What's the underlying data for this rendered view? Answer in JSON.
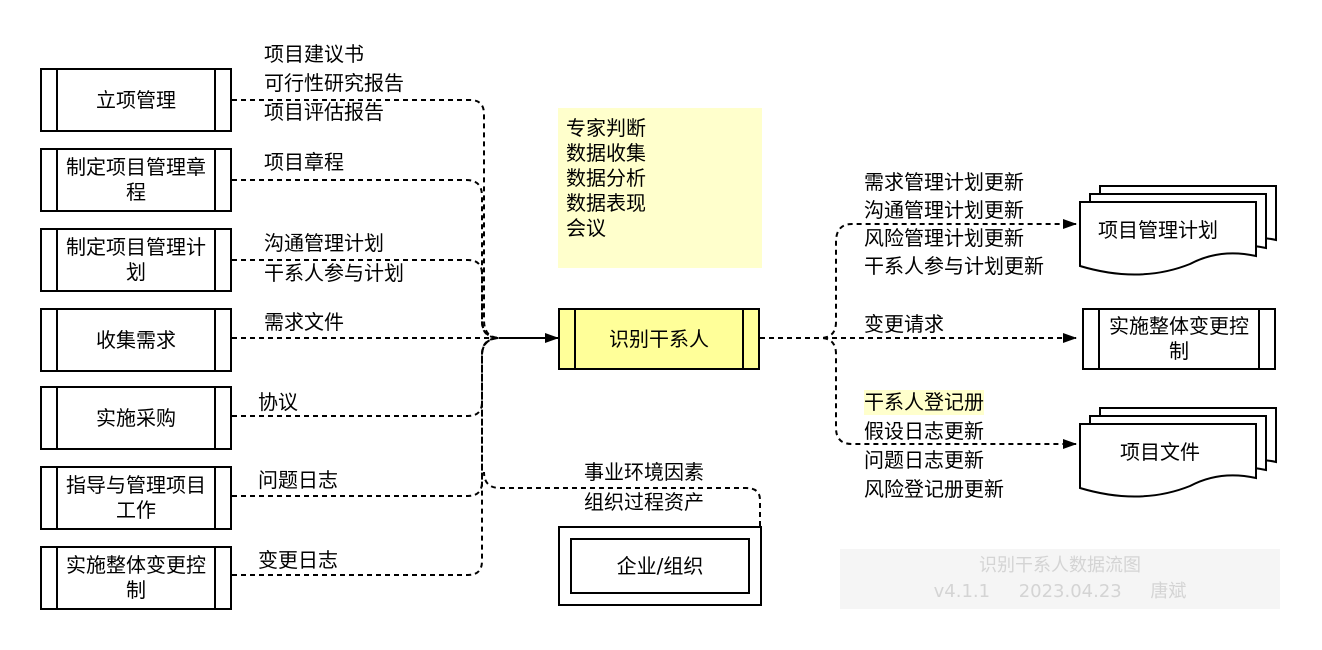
{
  "inputs": [
    {
      "process": "立项管理",
      "items": [
        "项目建议书",
        "可行性研究报告",
        "项目评估报告"
      ]
    },
    {
      "process": "制定项目管理章程",
      "items": [
        "项目章程"
      ]
    },
    {
      "process": "制定项目管理计划",
      "items": [
        "沟通管理计划",
        "干系人参与计划"
      ]
    },
    {
      "process": "收集需求",
      "items": [
        "需求文件"
      ]
    },
    {
      "process": "实施采购",
      "items": [
        "协议"
      ]
    },
    {
      "process": "指导与管理项目工作",
      "items": [
        "问题日志"
      ]
    },
    {
      "process": "实施整体变更控制",
      "items": [
        "变更日志"
      ]
    }
  ],
  "center_process": "识别干系人",
  "tools": [
    "专家判断",
    "数据收集",
    "数据分析",
    "数据表现",
    "会议"
  ],
  "enterprise": {
    "label": "企业/组织",
    "items": [
      "事业环境因素",
      "组织过程资产"
    ]
  },
  "outputs": [
    {
      "target": "项目管理计划",
      "items": [
        "需求管理计划更新",
        "沟通管理计划更新",
        "风险管理计划更新",
        "干系人参与计划更新"
      ]
    },
    {
      "target": "实施整体变更控制",
      "items": [
        "变更请求"
      ]
    },
    {
      "target": "项目文件",
      "items": [
        "干系人登记册",
        "假设日志更新",
        "问题日志更新",
        "风险登记册更新"
      ]
    }
  ],
  "watermark": {
    "title": "识别干系人数据流图",
    "version": "v4.1.1",
    "date": "2023.04.23",
    "author": "唐斌"
  }
}
